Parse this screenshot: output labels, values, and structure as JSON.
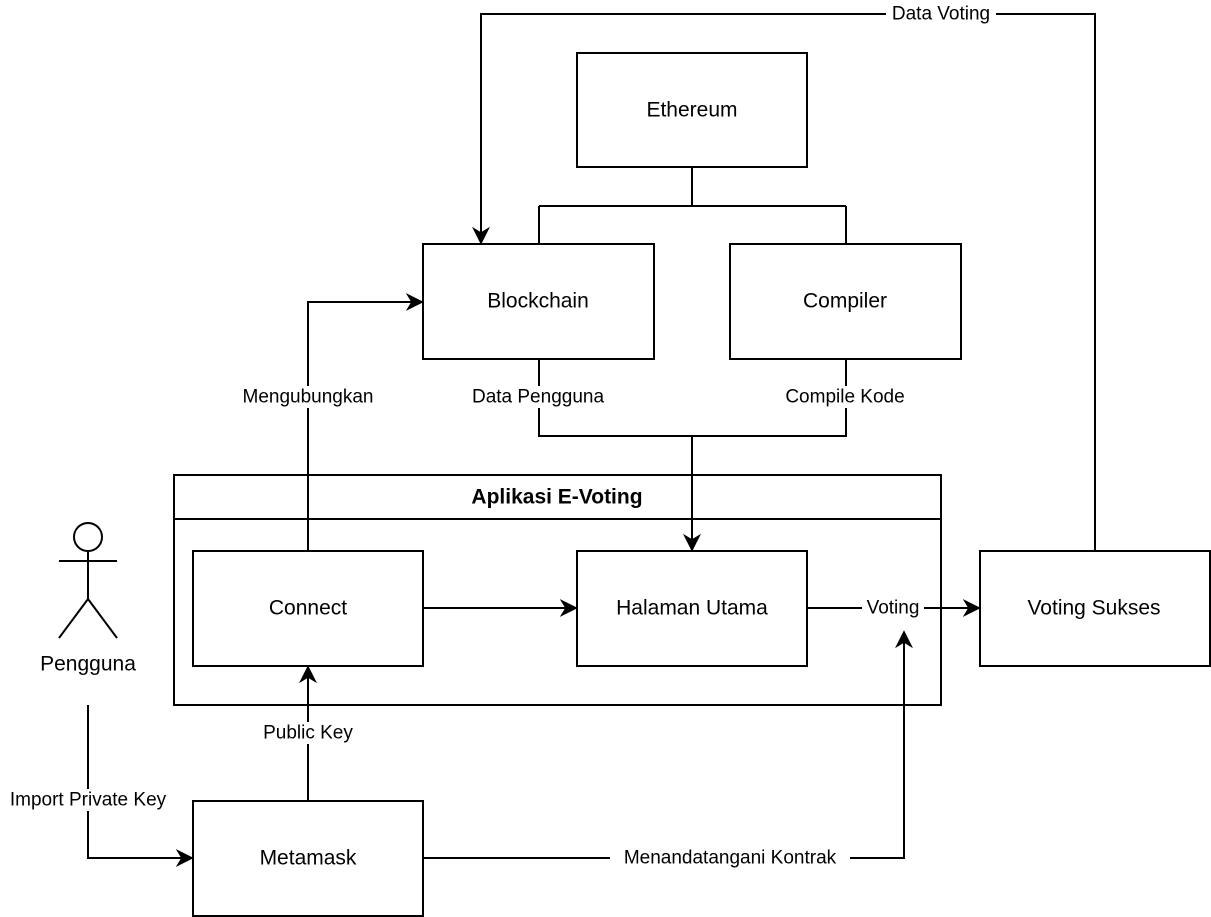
{
  "group": {
    "title": "Aplikasi E-Voting"
  },
  "nodes": {
    "ethereum": "Ethereum",
    "blockchain": "Blockchain",
    "compiler": "Compiler",
    "connect": "Connect",
    "halaman_utama": "Halaman Utama",
    "voting_sukses": "Voting Sukses",
    "metamask": "Metamask"
  },
  "actor": {
    "label": "Pengguna",
    "icon": "person-icon"
  },
  "edges": {
    "data_voting": "Data Voting",
    "mengubungkan": "Mengubungkan",
    "data_pengguna": "Data Pengguna",
    "compile_kode": "Compile Kode",
    "voting": "Voting",
    "public_key": "Public Key",
    "import_private_key": "Import Private Key",
    "menandatangani_kontrak": "Menandatangani Kontrak"
  },
  "colors": {
    "stroke": "#000000",
    "background": "#ffffff"
  }
}
